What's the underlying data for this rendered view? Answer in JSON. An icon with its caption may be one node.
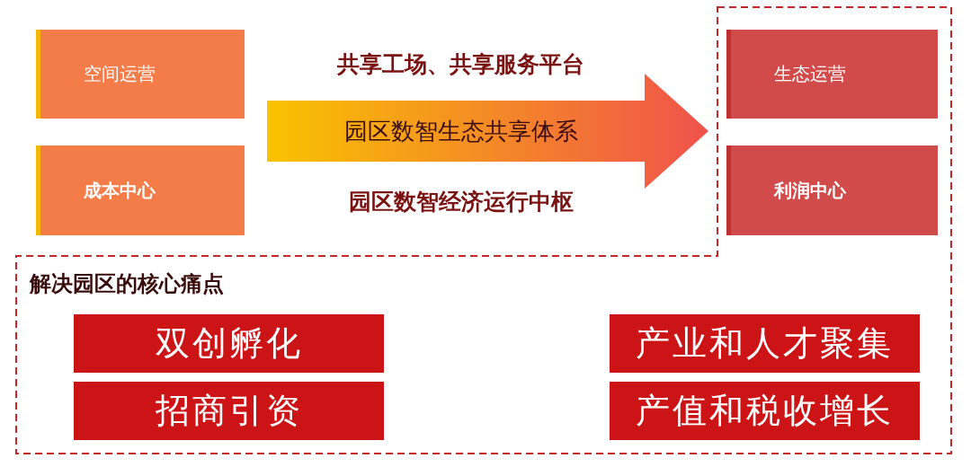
{
  "diagram": {
    "nodes": [
      {
        "text": [
          "空间运营"
        ]
      },
      {
        "text": [
          "成本中心"
        ]
      },
      {
        "text": [
          "园区数智生态共享体系"
        ],
        "beside": [
          "共享工场、共享服务平台",
          "园区数智经济运行中枢"
        ]
      },
      {
        "text": [
          "解决园区的核心痛点"
        ]
      },
      {
        "text": [
          "生态运营"
        ],
        "in": 3
      },
      {
        "text": [
          "利润中心"
        ],
        "in": 3
      },
      {
        "text": [
          "双创孵化"
        ],
        "in": 3
      },
      {
        "text": [
          "产业和人才聚集"
        ],
        "in": 3
      },
      {
        "text": [
          "招商引资"
        ],
        "in": 3
      },
      {
        "text": [
          "产值和税收增长"
        ],
        "in": 3
      }
    ]
  }
}
